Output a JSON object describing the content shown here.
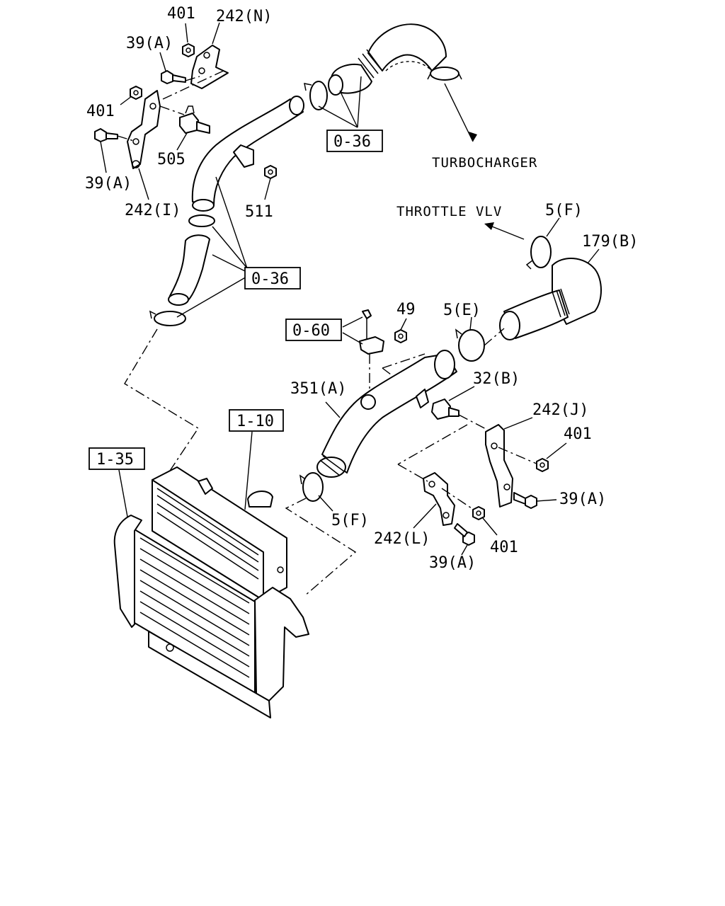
{
  "notes": {
    "turbocharger": "TURBOCHARGER",
    "throttle": "THROTTLE VLV"
  },
  "labels": {
    "l401_top": "401",
    "l242n": "242(N)",
    "l39a_top": "39(A)",
    "l401_left": "401",
    "l39a_left": "39(A)",
    "l505": "505",
    "l242i": "242(I)",
    "l511": "511",
    "l5f_top": "5(F)",
    "l179b": "179(B)",
    "l49": "49",
    "l5e": "5(E)",
    "l32b": "32(B)",
    "l351a": "351(A)",
    "l242j": "242(J)",
    "l401_right": "401",
    "l39a_right": "39(A)",
    "l242l": "242(L)",
    "l401_bottom": "401",
    "l39a_bottom": "39(A)",
    "l5f_bottom": "5(F)"
  },
  "refs": {
    "r036_top": "0-36",
    "r036_mid": "0-36",
    "r060": "0-60",
    "r110": "1-10",
    "r135": "1-35"
  }
}
